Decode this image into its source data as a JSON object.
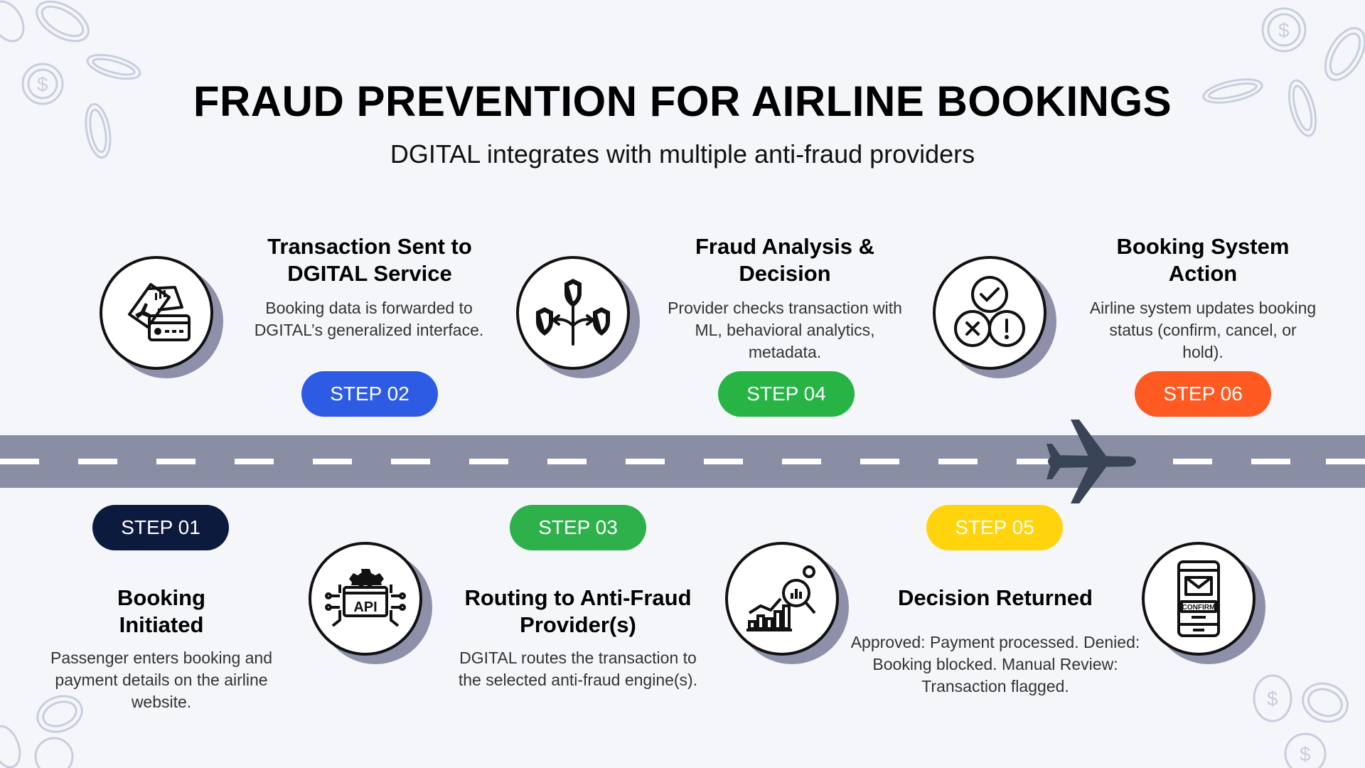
{
  "header": {
    "title": "FRAUD PREVENTION FOR AIRLINE BOOKINGS",
    "subtitle": "DGITAL integrates with multiple anti-fraud providers"
  },
  "colors": {
    "runway": "#8a8ea4",
    "step01": "#0c1a3d",
    "step02": "#2d5be3",
    "step03": "#2eb04b",
    "step04": "#27b445",
    "step05": "#ffd40d",
    "step06": "#ff5a22"
  },
  "steps": [
    {
      "badge": "STEP 01",
      "title": "Booking Initiated",
      "description": "Passenger enters booking and payment details on the airline website.",
      "icon": "api-gear-icon"
    },
    {
      "badge": "STEP 02",
      "title": "Transaction Sent to DGITAL Service",
      "description": "Booking data is forwarded to DGITAL’s generalized interface.",
      "icon": "ticket-card-icon"
    },
    {
      "badge": "STEP 03",
      "title": "Routing to Anti-Fraud Provider(s)",
      "description": "DGITAL routes the transaction to the selected anti-fraud engine(s).",
      "icon": "analytics-magnifier-icon"
    },
    {
      "badge": "STEP 04",
      "title": "Fraud Analysis & Decision",
      "description": "Provider checks transaction with ML, behavioral analytics, metadata.",
      "icon": "shield-branch-icon"
    },
    {
      "badge": "STEP 05",
      "title": "Decision Returned",
      "description": "Approved: Payment processed. Denied: Booking blocked. Manual Review: Transaction flagged.",
      "icon": "confirm-phone-icon"
    },
    {
      "badge": "STEP 06",
      "title": "Booking System Action",
      "description": "Airline system updates booking status (confirm, cancel, or hold).",
      "icon": "check-x-alert-icon"
    }
  ]
}
